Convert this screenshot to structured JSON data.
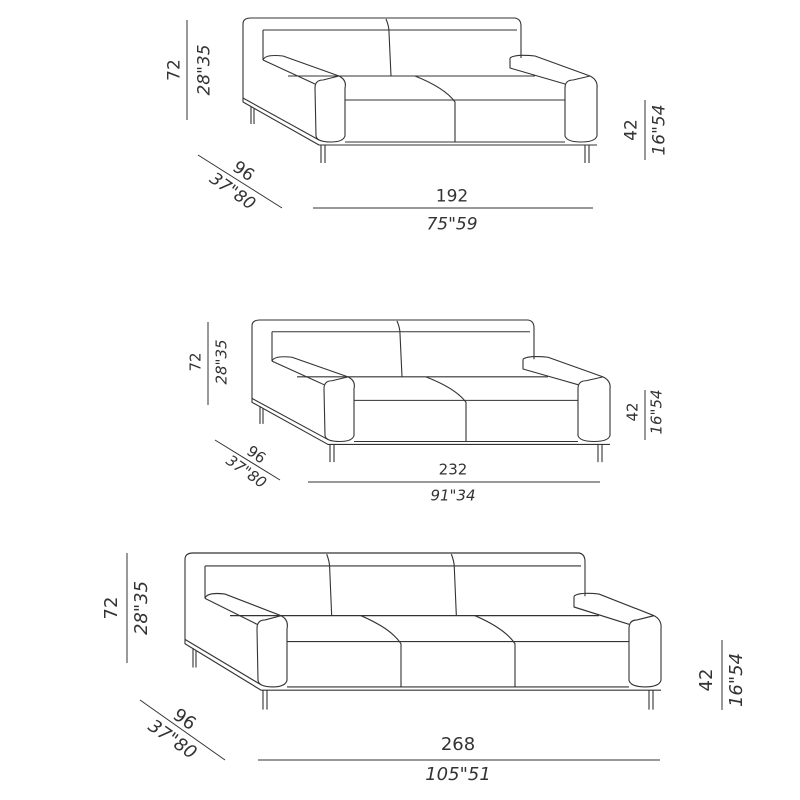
{
  "sofas": [
    {
      "height_cm": "72",
      "height_in": "28\"35",
      "seat_cm": "42",
      "seat_in": "16\"54",
      "depth_cm": "96",
      "depth_in": "37\"80",
      "width_cm": "192",
      "width_in": "75\"59",
      "seats": 2
    },
    {
      "height_cm": "72",
      "height_in": "28\"35",
      "seat_cm": "42",
      "seat_in": "16\"54",
      "depth_cm": "96",
      "depth_in": "37\"80",
      "width_cm": "232",
      "width_in": "91\"34",
      "seats": 2
    },
    {
      "height_cm": "72",
      "height_in": "28\"35",
      "seat_cm": "42",
      "seat_in": "16\"54",
      "depth_cm": "96",
      "depth_in": "37\"80",
      "width_cm": "268",
      "width_in": "105\"51",
      "seats": 3
    }
  ],
  "colors": {
    "line": "#333333"
  }
}
